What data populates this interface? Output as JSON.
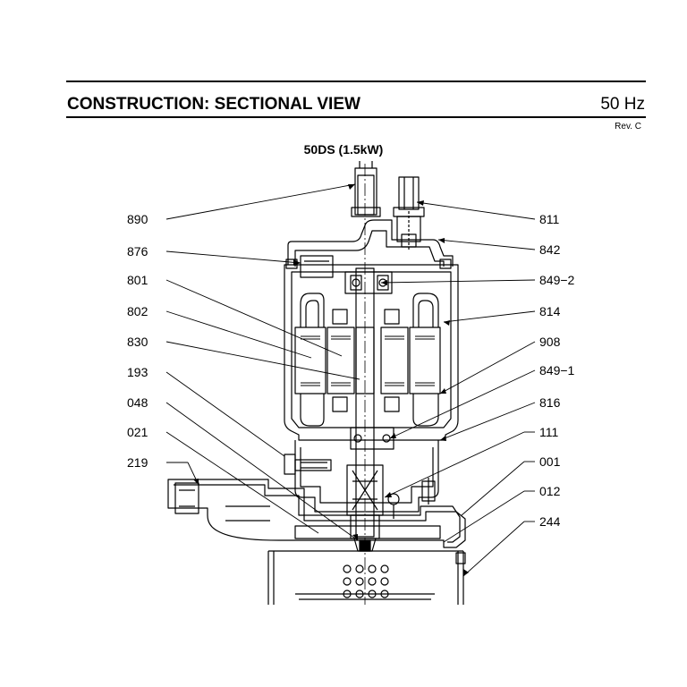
{
  "header": {
    "title": "CONSTRUCTION: SECTIONAL VIEW",
    "frequency": "50 Hz",
    "revision": "Rev. C"
  },
  "model": "50DS (1.5kW)",
  "callouts": {
    "left": [
      "890",
      "876",
      "801",
      "802",
      "830",
      "193",
      "048",
      "021",
      "219"
    ],
    "right": [
      "811",
      "842",
      "849−2",
      "814",
      "908",
      "849−1",
      "816",
      "111",
      "001",
      "012",
      "244"
    ]
  }
}
